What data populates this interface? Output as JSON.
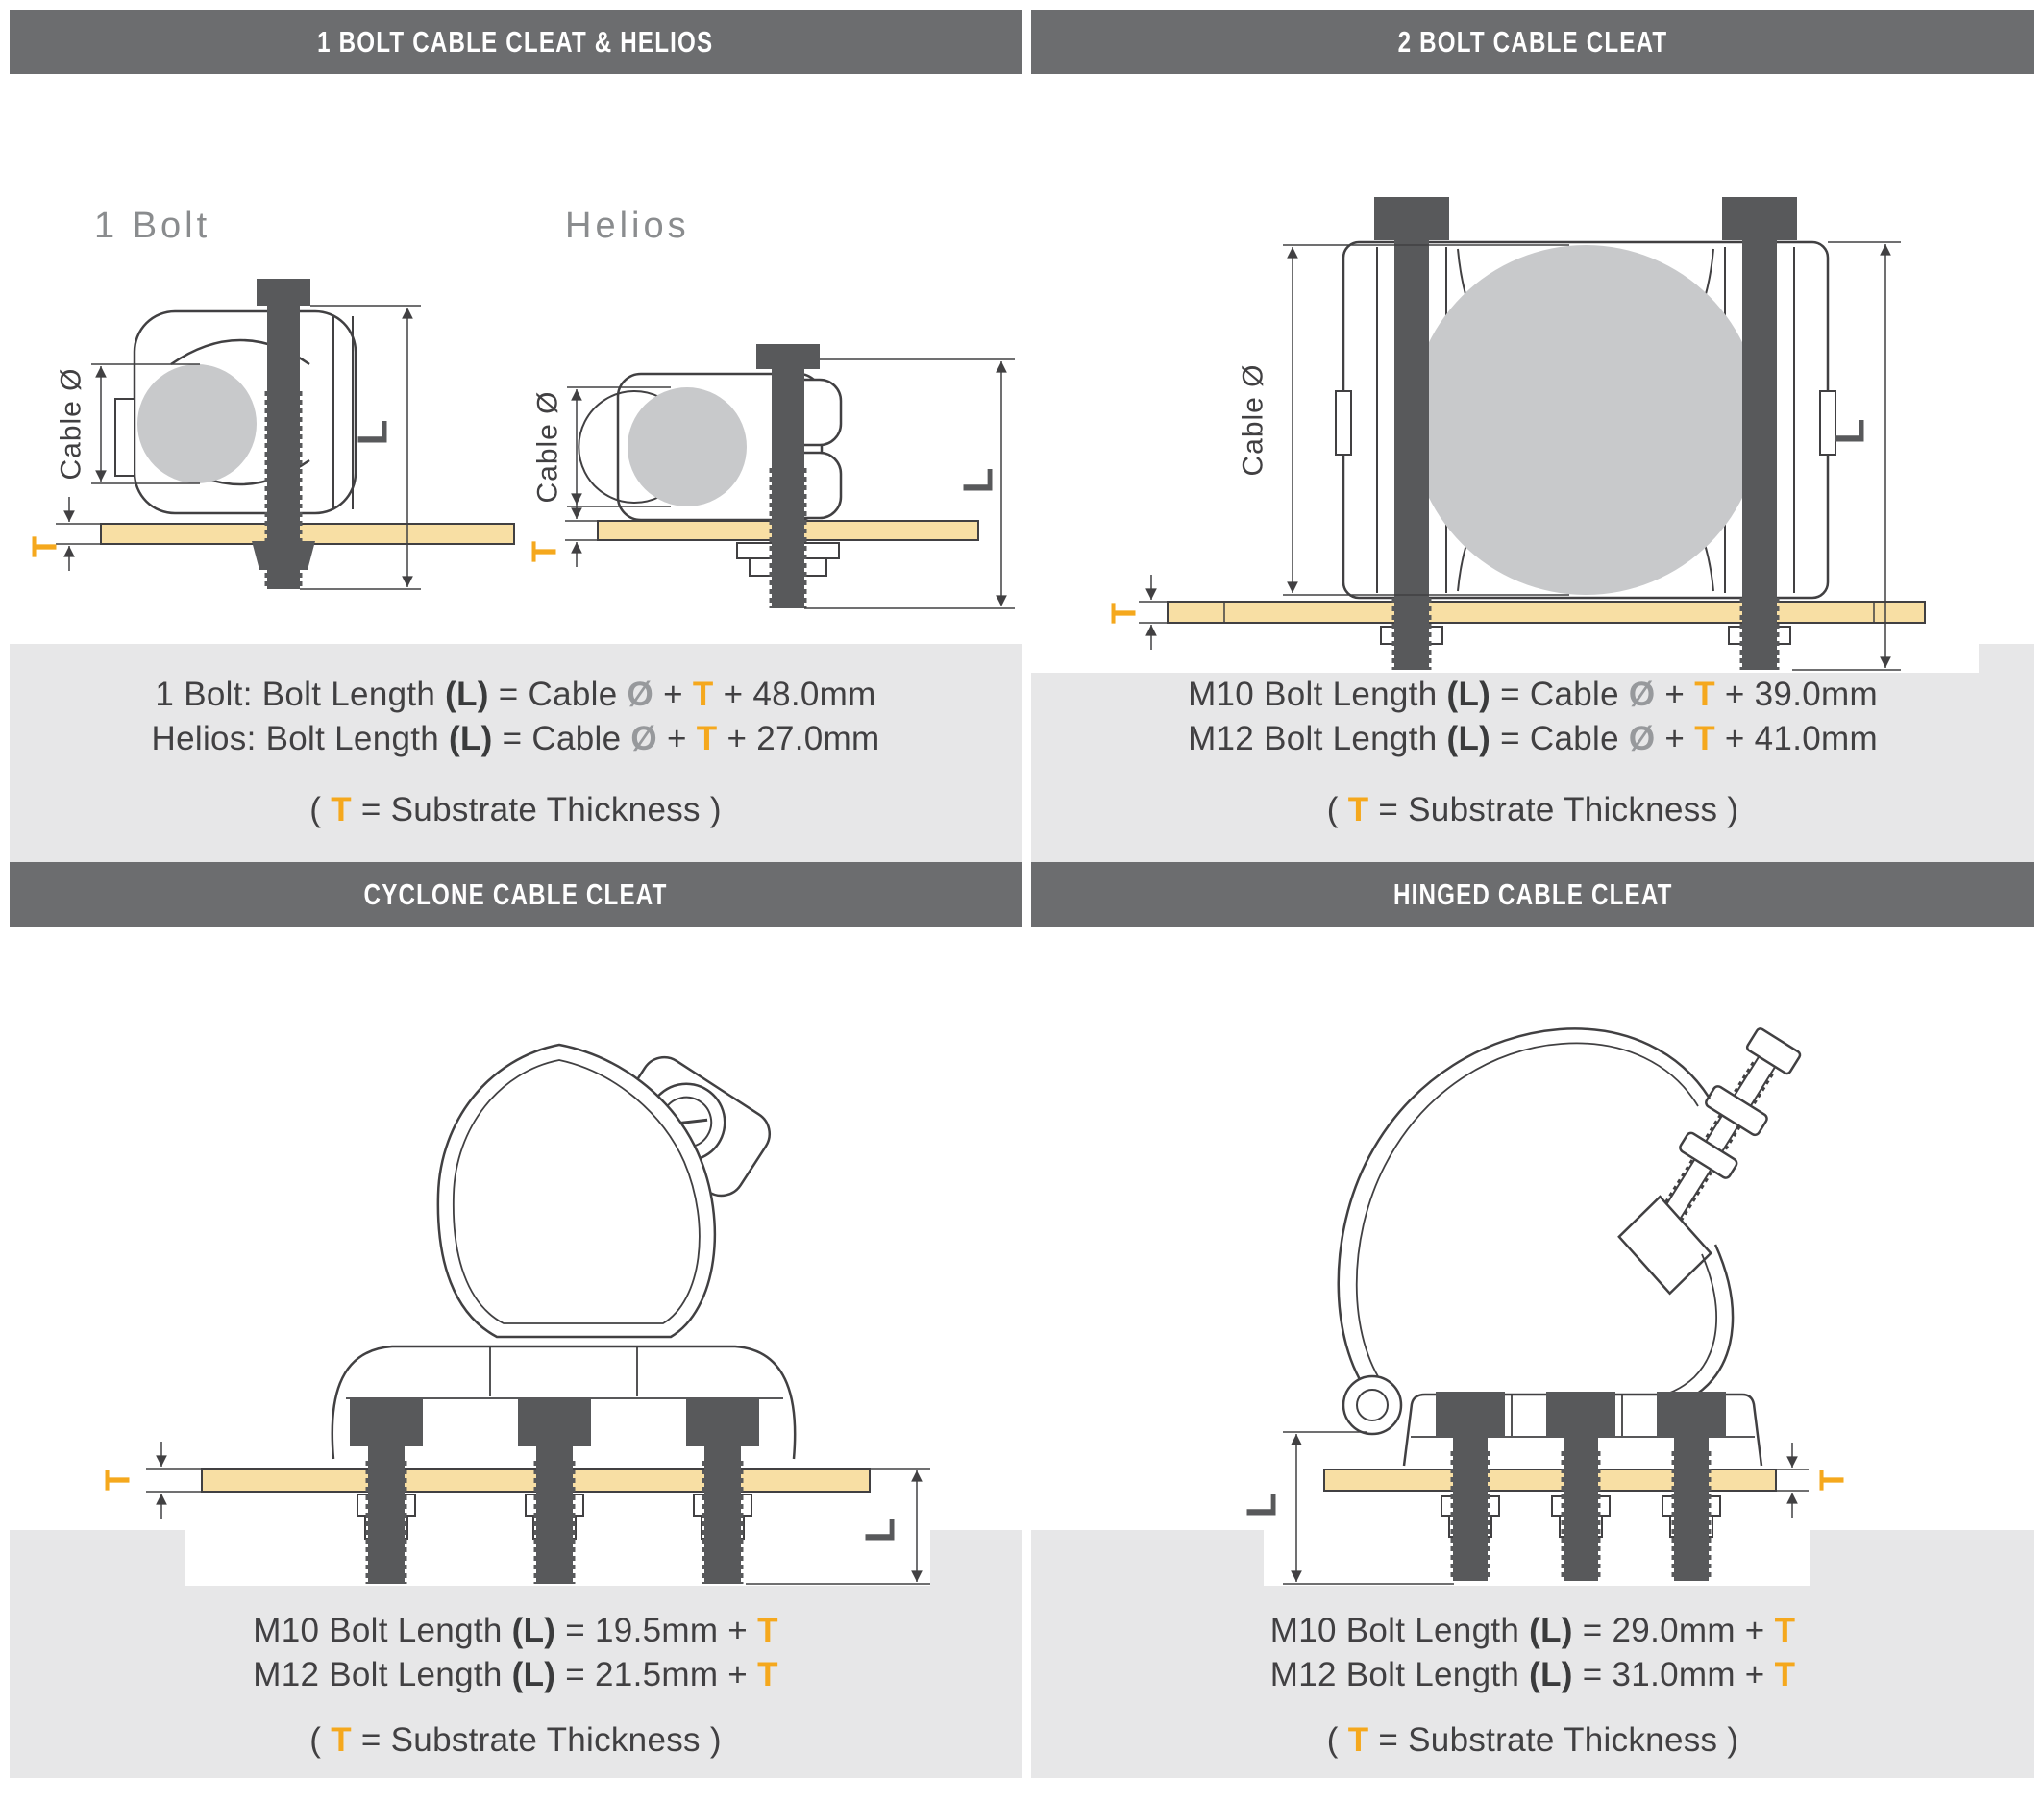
{
  "colors": {
    "header_bg": "#6C6D6F",
    "header_text": "#FFFFFF",
    "panel_bg": "#E7E7E8",
    "accent_orange": "#F5A81D",
    "line_dark": "#414042",
    "bolt_gray": "#58595B",
    "cable_gray": "#C8C9CB",
    "substrate_tan": "#F8DFA4",
    "diagram_label_gray": "#8A8C8E",
    "dia_symbol_gray": "#97999C"
  },
  "labels": {
    "cable_diameter": "Cable Ø",
    "bolt_length": "L",
    "substrate_thickness": "T"
  },
  "panels": {
    "one_bolt": {
      "header": "1 BOLT CABLE CLEAT & HELIOS",
      "diagram_labels": [
        "1 Bolt",
        "Helios"
      ],
      "formula_lines": [
        [
          {
            "t": "1 Bolt: Bolt Length ",
            "s": "p"
          },
          {
            "t": "(L)",
            "s": "b"
          },
          {
            "t": " = Cable ",
            "s": "p"
          },
          {
            "t": "Ø",
            "s": "g"
          },
          {
            "t": " + ",
            "s": "p"
          },
          {
            "t": "T",
            "s": "o"
          },
          {
            "t": " + 48.0mm",
            "s": "p"
          }
        ],
        [
          {
            "t": "Helios: Bolt Length ",
            "s": "p"
          },
          {
            "t": "(L)",
            "s": "b"
          },
          {
            "t": " = Cable ",
            "s": "p"
          },
          {
            "t": "Ø",
            "s": "g"
          },
          {
            "t": " + ",
            "s": "p"
          },
          {
            "t": "T",
            "s": "o"
          },
          {
            "t": " + 27.0mm",
            "s": "p"
          }
        ]
      ],
      "note": [
        {
          "t": "( ",
          "s": "p"
        },
        {
          "t": "T",
          "s": "o"
        },
        {
          "t": " = Substrate Thickness )",
          "s": "p"
        }
      ]
    },
    "two_bolt": {
      "header": "2 BOLT CABLE CLEAT",
      "formula_lines": [
        [
          {
            "t": "M10 Bolt Length ",
            "s": "p"
          },
          {
            "t": "(L)",
            "s": "b"
          },
          {
            "t": " = Cable ",
            "s": "p"
          },
          {
            "t": "Ø",
            "s": "g"
          },
          {
            "t": " + ",
            "s": "p"
          },
          {
            "t": "T",
            "s": "o"
          },
          {
            "t": " + 39.0mm",
            "s": "p"
          }
        ],
        [
          {
            "t": "M12 Bolt Length ",
            "s": "p"
          },
          {
            "t": "(L)",
            "s": "b"
          },
          {
            "t": " = Cable ",
            "s": "p"
          },
          {
            "t": "Ø",
            "s": "g"
          },
          {
            "t": " + ",
            "s": "p"
          },
          {
            "t": "T",
            "s": "o"
          },
          {
            "t": " + 41.0mm",
            "s": "p"
          }
        ]
      ],
      "note": [
        {
          "t": "( ",
          "s": "p"
        },
        {
          "t": "T",
          "s": "o"
        },
        {
          "t": " = Substrate Thickness )",
          "s": "p"
        }
      ]
    },
    "cyclone": {
      "header": "CYCLONE CABLE CLEAT",
      "formula_lines": [
        [
          {
            "t": "M10 Bolt Length ",
            "s": "p"
          },
          {
            "t": "(L)",
            "s": "b"
          },
          {
            "t": " = 19.5mm + ",
            "s": "p"
          },
          {
            "t": "T",
            "s": "o"
          }
        ],
        [
          {
            "t": "M12 Bolt Length ",
            "s": "p"
          },
          {
            "t": "(L)",
            "s": "b"
          },
          {
            "t": " = 21.5mm + ",
            "s": "p"
          },
          {
            "t": "T",
            "s": "o"
          }
        ]
      ],
      "note": [
        {
          "t": "( ",
          "s": "p"
        },
        {
          "t": "T",
          "s": "o"
        },
        {
          "t": " = Substrate Thickness )",
          "s": "p"
        }
      ]
    },
    "hinged": {
      "header": "HINGED CABLE CLEAT",
      "formula_lines": [
        [
          {
            "t": "M10 Bolt Length ",
            "s": "p"
          },
          {
            "t": "(L)",
            "s": "b"
          },
          {
            "t": " = 29.0mm + ",
            "s": "p"
          },
          {
            "t": "T",
            "s": "o"
          }
        ],
        [
          {
            "t": "M12 Bolt Length ",
            "s": "p"
          },
          {
            "t": "(L)",
            "s": "b"
          },
          {
            "t": " = 31.0mm + ",
            "s": "p"
          },
          {
            "t": "T",
            "s": "o"
          }
        ]
      ],
      "note": [
        {
          "t": "( ",
          "s": "p"
        },
        {
          "t": "T",
          "s": "o"
        },
        {
          "t": " = Substrate Thickness )",
          "s": "p"
        }
      ]
    }
  }
}
